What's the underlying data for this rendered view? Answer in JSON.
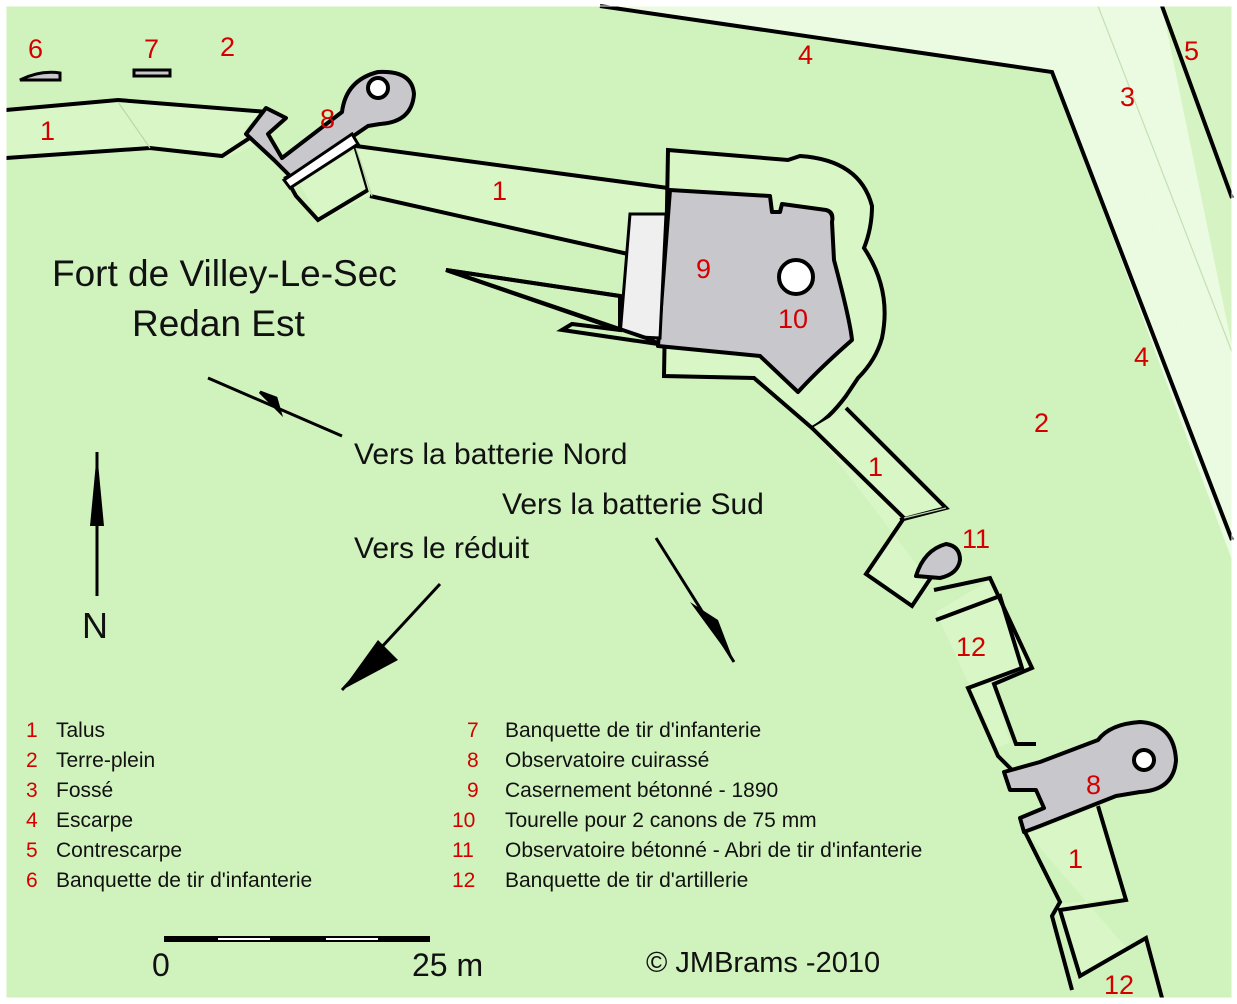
{
  "title": {
    "line1": "Fort de Villey-Le-Sec",
    "line2": "Redan Est"
  },
  "directions": {
    "nord": "Vers la batterie Nord",
    "sud": "Vers la batterie Sud",
    "reduit": "Vers le réduit",
    "north_letter": "N"
  },
  "map_labels": {
    "n1a": "1",
    "n1b": "1",
    "n1c": "1",
    "n1d": "1",
    "n2a": "2",
    "n2b": "2",
    "n3": "3",
    "n4a": "4",
    "n4b": "4",
    "n5": "5",
    "n6": "6",
    "n7": "7",
    "n8a": "8",
    "n8b": "8",
    "n9": "9",
    "n10": "10",
    "n11": "11",
    "n12a": "12",
    "n12b": "12"
  },
  "legend": [
    {
      "num": "1",
      "text": "Talus"
    },
    {
      "num": "2",
      "text": "Terre-plein"
    },
    {
      "num": "3",
      "text": "Fossé"
    },
    {
      "num": "4",
      "text": "Escarpe"
    },
    {
      "num": "5",
      "text": "Contrescarpe"
    },
    {
      "num": "6",
      "text": "Banquette de tir d'infanterie"
    },
    {
      "num": "7",
      "text": "Banquette de tir d'infanterie"
    },
    {
      "num": "8",
      "text": "Observatoire cuirassé"
    },
    {
      "num": "9",
      "text": "Casernement bétonné - 1890"
    },
    {
      "num": "10",
      "text": "Tourelle pour 2 canons de 75 mm"
    },
    {
      "num": "11",
      "text": "Observatoire bétonné - Abri de tir d'infanterie"
    },
    {
      "num": "12",
      "text": "Banquette de tir d'artillerie"
    }
  ],
  "scale": {
    "start": "0",
    "end": "25 m"
  },
  "copyright": "©  JMBrams -2010",
  "colors": {
    "terre_plein": "#d0f2bd",
    "talus": "#d9f7c6",
    "fosse": "#eafbe2",
    "contrescarpe": "#d6f4c3",
    "structure": "#c8c8cc",
    "number_red": "#d40000"
  }
}
